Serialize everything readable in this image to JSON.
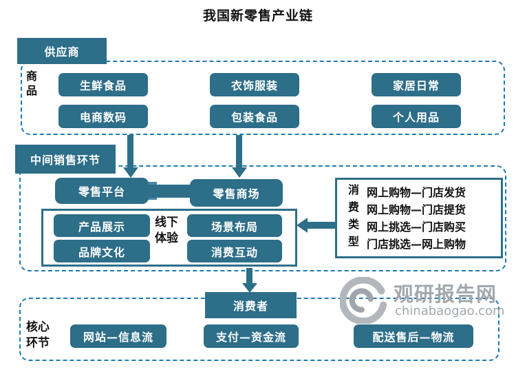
{
  "title": "我国新零售产业链",
  "colors": {
    "teal": "#2d6e89",
    "dash_blue": "#1b7ab2",
    "watermark_gray": "#a2a8ad"
  },
  "supplier_section": {
    "label": "供应商",
    "side_label": "商品",
    "items": [
      "生鲜食品",
      "衣饰服装",
      "家居日常",
      "电商数码",
      "包装食品",
      "个人用品"
    ]
  },
  "middle_section": {
    "label": "中间销售环节",
    "retail_platform": "零售平台",
    "retail_mall": "零售商场",
    "experience_label": "线下体验",
    "experience_items": [
      "产品展示",
      "场景布局",
      "品牌文化",
      "消费互动"
    ],
    "consumption_types": {
      "side_label": "消费类型",
      "lines": [
        "网上购物—门店发货",
        "网上购物—门店提货",
        "网上挑选—门店购买",
        "门店挑选—网上购物"
      ]
    }
  },
  "consumer_section": {
    "consumer_label": "消费者",
    "label": "核心环节",
    "items": [
      "网站—信息流",
      "支付—资金流",
      "配送售后—物流"
    ]
  },
  "watermark": {
    "name": "观研报告网",
    "domain": "chinabaogao.com",
    "logo": "guanyan-swirl-logo"
  }
}
